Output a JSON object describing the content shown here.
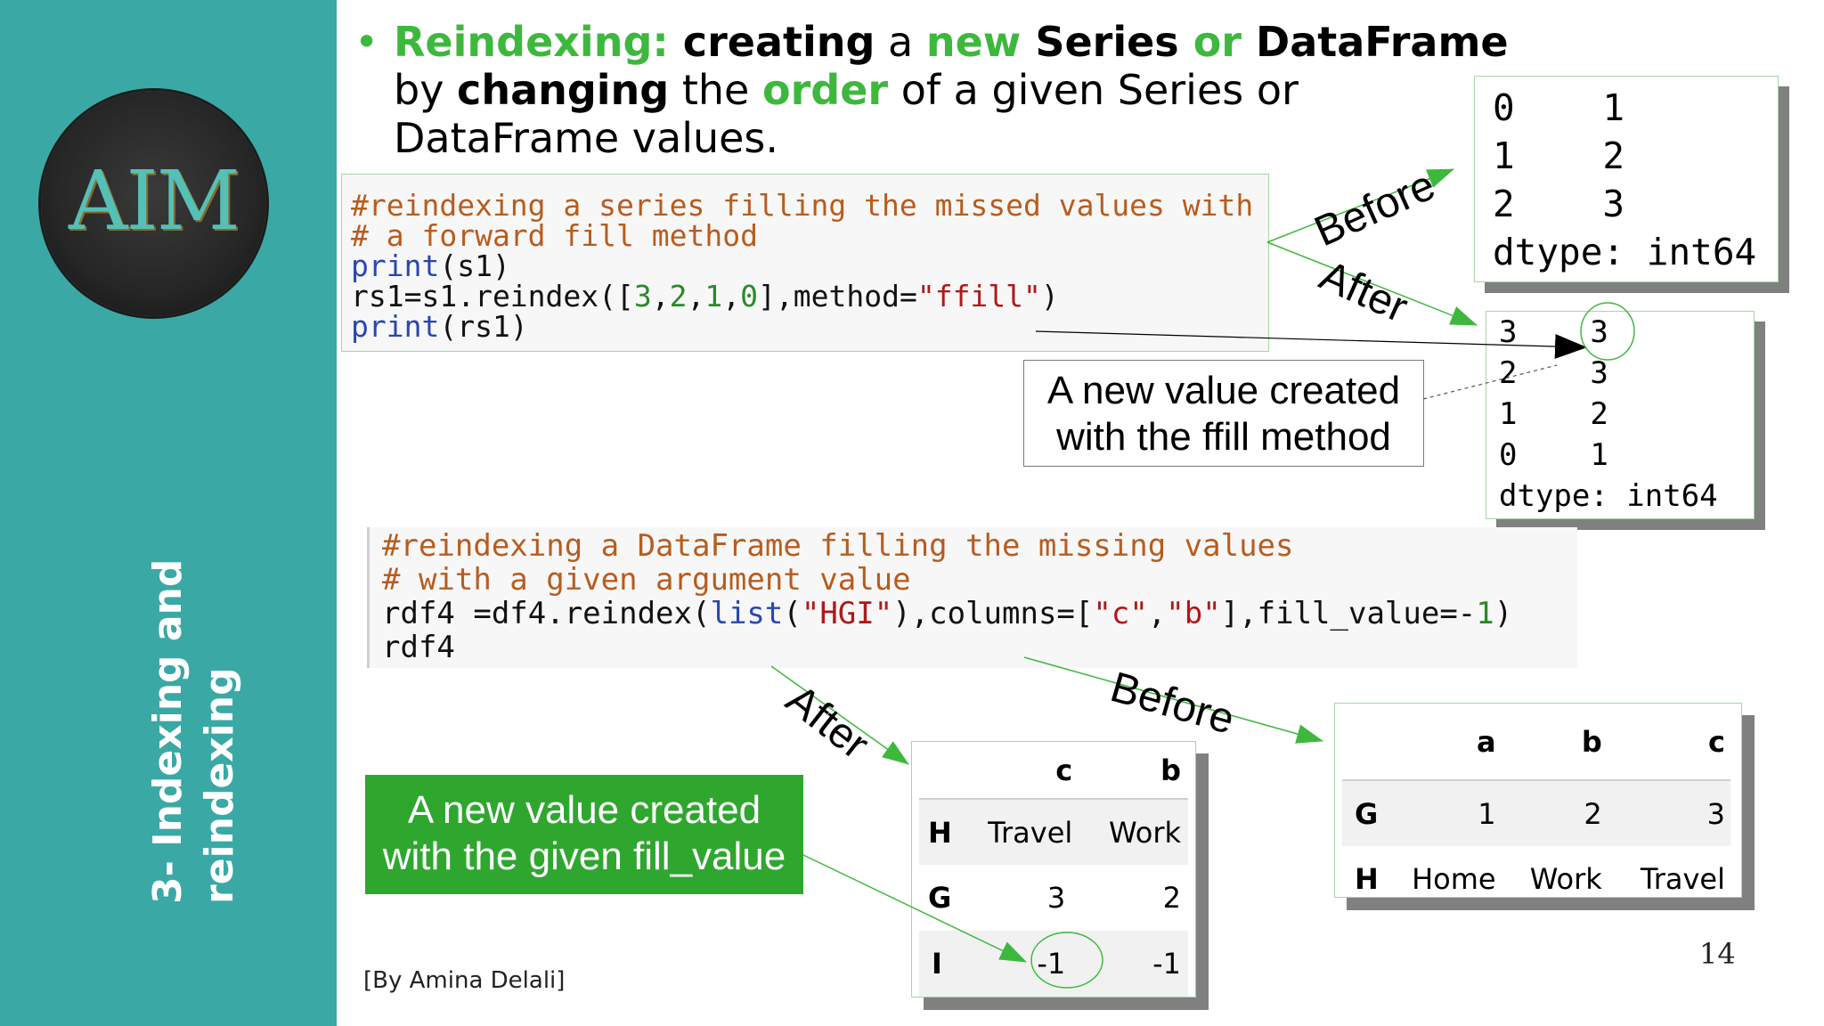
{
  "sidebar": {
    "logo_text": "AIM",
    "title_line1": "3- Indexing and",
    "title_line2": "reindexing"
  },
  "bullet": {
    "marker": "•",
    "l1_a": "Reindexing:",
    "l1_b": " creating",
    "l1_c": " a ",
    "l1_d": "new",
    "l1_e": " Series",
    "l1_f": " or",
    "l1_g": " DataFrame",
    "l2_a": "by ",
    "l2_b": "changing",
    "l2_c": " the ",
    "l2_d": "order",
    "l2_e": " of a given Series or",
    "l3": "DataFrame values."
  },
  "code1": {
    "line1": "#reindexing a series filling the missed values with",
    "line2": "# a forward fill method",
    "line3_kw": "print",
    "line3_rest": "(s1)",
    "line4_a": "rs1=s1.reindex([",
    "line4_n1": "3",
    "line4_c1": ",",
    "line4_n2": "2",
    "line4_c2": ",",
    "line4_n3": "1",
    "line4_c3": ",",
    "line4_n4": "0",
    "line4_b": "],method=",
    "line4_str": "\"ffill\"",
    "line4_c": ")",
    "line5_kw": "print",
    "line5_rest": "(rs1)"
  },
  "output_before": {
    "text": "0    1\n1    2\n2    3\ndtype: int64"
  },
  "output_after": {
    "text": "3    3\n2    3\n1    2\n0    1\ndtype: int64"
  },
  "labels": {
    "before_top": "Before",
    "after_top": "After",
    "after_bottom": "After",
    "before_bottom": "Before"
  },
  "note_ffill": {
    "line1": "A new value created",
    "line2": "with the ffill method"
  },
  "code2": {
    "line1": "#reindexing a DataFrame filling the missing values",
    "line2": "# with a given argument value",
    "line3_a": "rdf4 =df4.reindex(",
    "line3_kw": "list",
    "line3_b": "(",
    "line3_s1": "\"HGI\"",
    "line3_c": "),columns=[",
    "line3_s2": "\"c\"",
    "line3_d": ",",
    "line3_s3": "\"b\"",
    "line3_e": "],fill_value=-",
    "line3_n": "1",
    "line3_f": ")",
    "line4": "rdf4"
  },
  "note_fill_value": {
    "line1": "A new value created",
    "line2": "with the given fill_value"
  },
  "df_after": {
    "columns": [
      "c",
      "b"
    ],
    "rows": [
      {
        "label": "H",
        "values": [
          "Travel",
          "Work"
        ]
      },
      {
        "label": "G",
        "values": [
          "3",
          "2"
        ]
      },
      {
        "label": "I",
        "values": [
          "-1",
          "-1"
        ]
      }
    ]
  },
  "df_before": {
    "columns": [
      "a",
      "b",
      "c"
    ],
    "rows": [
      {
        "label": "G",
        "values": [
          "1",
          "2",
          "3"
        ]
      },
      {
        "label": "H",
        "values": [
          "Home",
          "Work",
          "Travel"
        ]
      }
    ]
  },
  "footer": "[By Amina Delali]",
  "page_number": "14",
  "colors": {
    "sidebar": "#3aa9a6",
    "accent_green": "#3db83d",
    "note_green": "#2fa72f"
  }
}
